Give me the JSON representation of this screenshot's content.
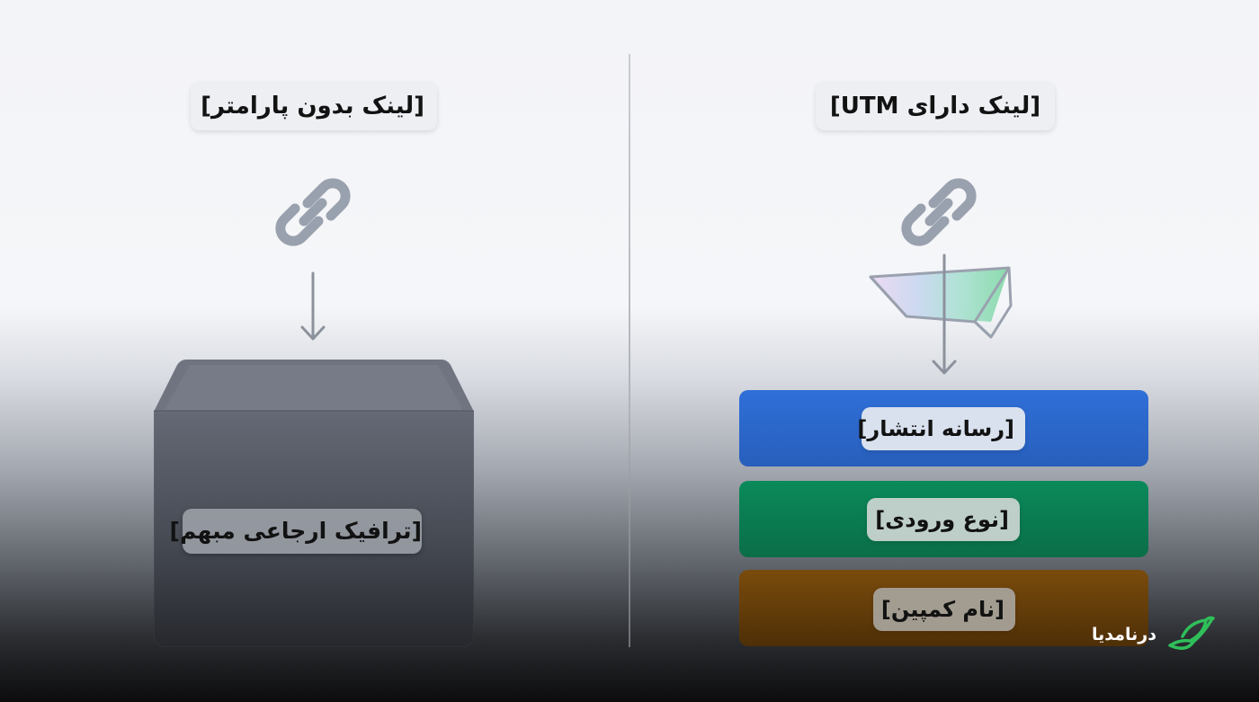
{
  "left_panel": {
    "title": "[لینک بدون پارامتر]",
    "box_label": "[ترافیک ارجاعی مبهم]"
  },
  "right_panel": {
    "title": "[لینک دارای UTM]",
    "bars": [
      {
        "label": "[رسانه انتشار]",
        "color": "#2b66cc"
      },
      {
        "label": "[نوع ورودی]",
        "color": "#0b7d52"
      },
      {
        "label": "[نام کمپین]",
        "color": "#6a400a"
      }
    ]
  },
  "brand": {
    "name": "درنامدیا",
    "icon": "leaf-logo-icon",
    "color": "#2fbf5a"
  },
  "icons": {
    "link": "chain-link-icon",
    "arrow": "arrow-down-icon",
    "prism": "prism-icon",
    "box": "open-box-icon"
  }
}
